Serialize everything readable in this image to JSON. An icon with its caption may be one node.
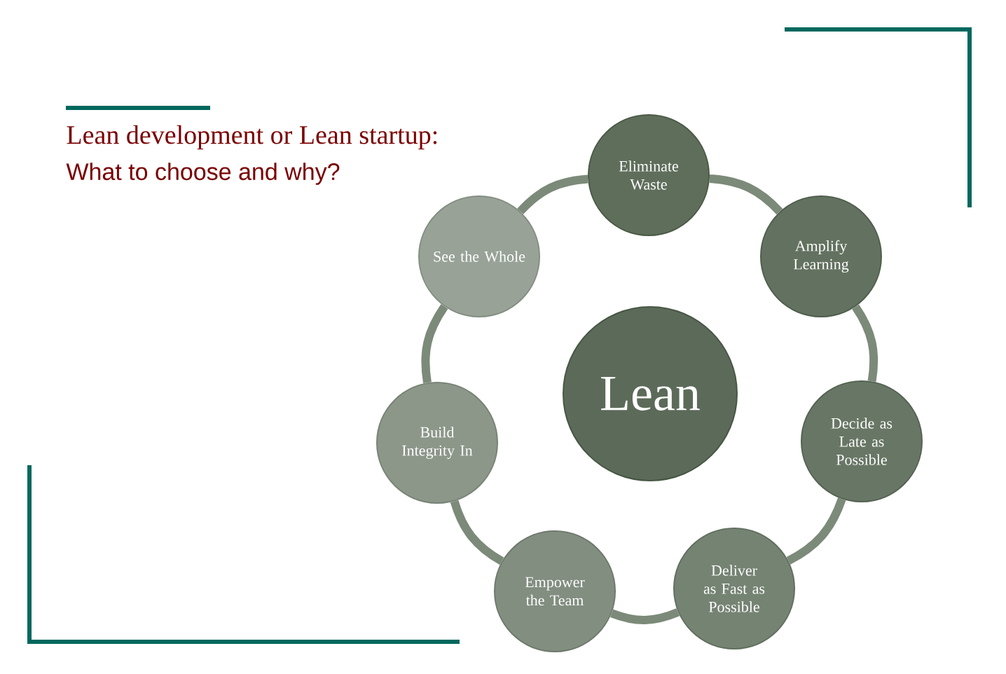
{
  "diagram": {
    "title": "Lean development or Lean startup:",
    "nodes": [
      {
        "text": [
          "Eliminate Waste"
        ]
      },
      {
        "text": [
          "Amplify Learning"
        ]
      },
      {
        "text": [
          "Decide as Late as Possible"
        ]
      },
      {
        "text": [
          "Deliver as Fast as Possible"
        ]
      },
      {
        "text": [
          "Empower the Team"
        ]
      },
      {
        "text": [
          "Build Integrity In"
        ]
      },
      {
        "text": [
          "See the Whole"
        ]
      },
      {
        "text": [
          "Lean"
        ]
      }
    ],
    "edges": [
      {
        "from": 0,
        "to": 1,
        "arrow": "none"
      },
      {
        "from": 1,
        "to": 2,
        "arrow": "none"
      },
      {
        "from": 2,
        "to": 3,
        "arrow": "none"
      },
      {
        "from": 3,
        "to": 4,
        "arrow": "none"
      },
      {
        "from": 4,
        "to": 5,
        "arrow": "none"
      },
      {
        "from": 5,
        "to": 6,
        "arrow": "none"
      },
      {
        "from": 6,
        "to": 0,
        "arrow": "none"
      }
    ],
    "labels": [
      "What to choose and why?"
    ]
  }
}
